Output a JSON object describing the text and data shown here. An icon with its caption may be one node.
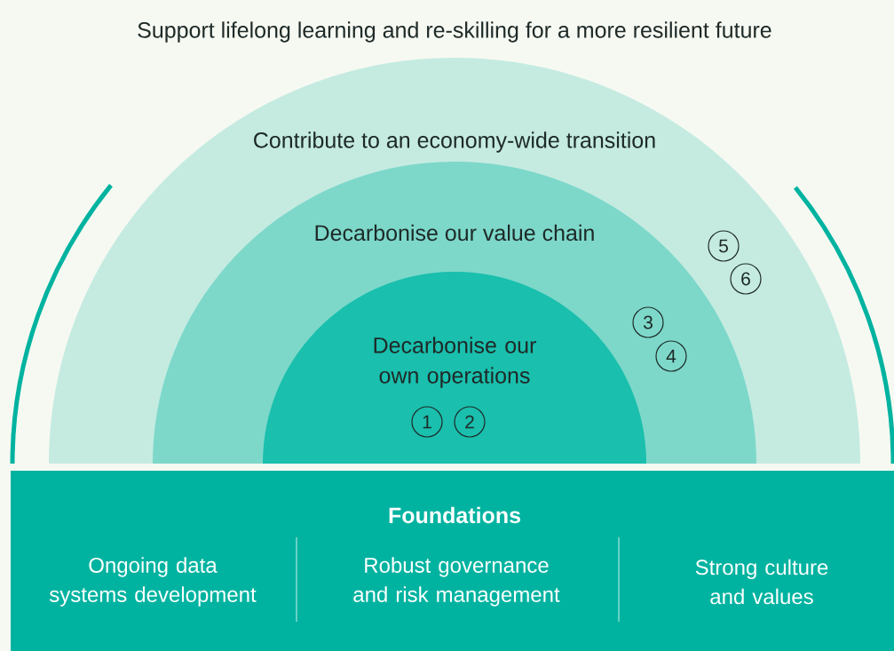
{
  "diagram": {
    "nodes": [
      {
        "text": [
          "Contribute to an economy-wide transition"
        ]
      },
      {
        "text": [
          "Decarbonise our value chain"
        ],
        "in": 0
      },
      {
        "text": [
          "Decarbonise our own operations"
        ],
        "in": 1
      },
      {
        "text": [
          "1"
        ],
        "in": 2
      },
      {
        "text": [
          "2"
        ],
        "in": 2
      },
      {
        "text": [
          "3"
        ],
        "in": 1
      },
      {
        "text": [
          "4"
        ],
        "in": 1
      },
      {
        "text": [
          "5"
        ],
        "in": 0
      },
      {
        "text": [
          "6"
        ],
        "in": 0
      },
      {
        "text": [
          "Foundations",
          "Ongoing data systems development",
          "Robust governance and risk management",
          "Strong culture and values"
        ]
      }
    ],
    "labels": [
      "Support lifelong learning and re-skilling for a more resilient future"
    ]
  }
}
